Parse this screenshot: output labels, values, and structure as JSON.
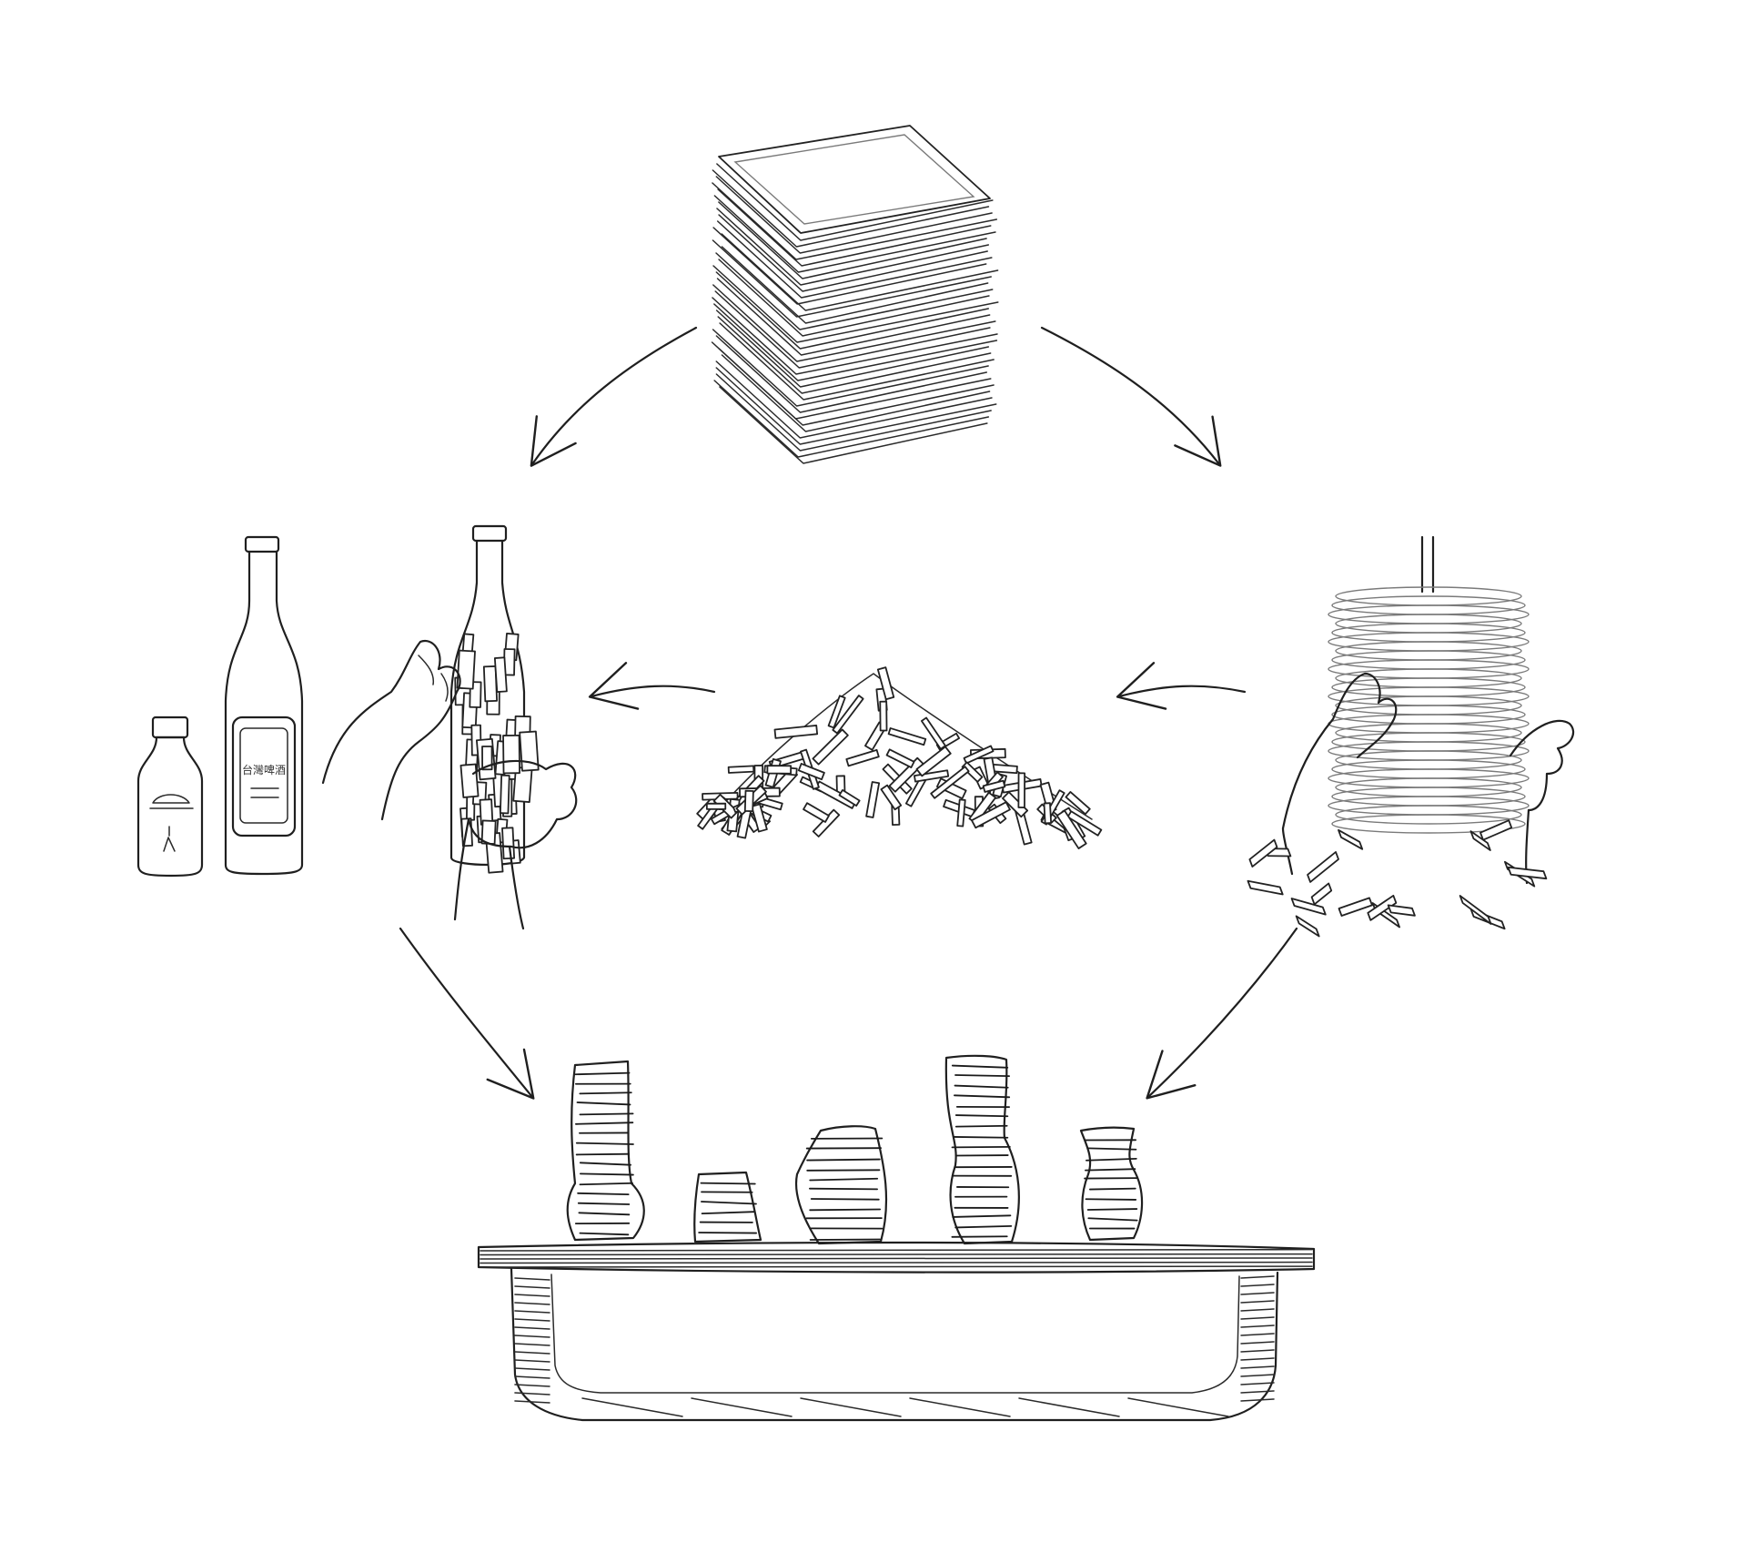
{
  "diagram": {
    "nodes": [
      {
        "id": "paper-stack",
        "icon": "paper-stack-icon"
      },
      {
        "id": "shredded-paper",
        "icon": "shredded-paper-pile-icon"
      },
      {
        "id": "bottle-wrapping",
        "icon": "bottle-wrapping-icon"
      },
      {
        "id": "disc-wrapping",
        "icon": "disc-mould-wrapping-icon"
      },
      {
        "id": "vessels-on-tray",
        "icon": "paper-vessels-tray-icon"
      }
    ],
    "edges": [
      {
        "from": "paper-stack",
        "to": "bottle-wrapping"
      },
      {
        "from": "paper-stack",
        "to": "disc-wrapping"
      },
      {
        "from": "shredded-paper",
        "to": "bottle-wrapping"
      },
      {
        "from": "disc-wrapping",
        "to": "shredded-paper"
      },
      {
        "from": "bottle-wrapping",
        "to": "vessels-on-tray"
      },
      {
        "from": "disc-wrapping",
        "to": "vessels-on-tray"
      }
    ],
    "bottle_label": "台灣啤酒"
  }
}
